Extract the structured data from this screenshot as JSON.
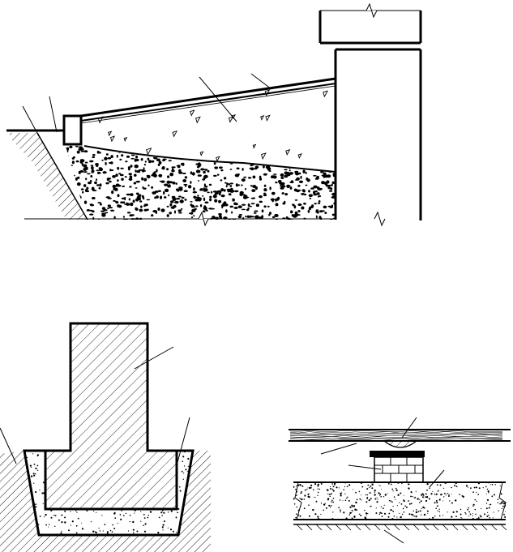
{
  "figure": {
    "panels": [
      {
        "id": "ramp-section",
        "labels": []
      },
      {
        "id": "footing-section",
        "labels": []
      },
      {
        "id": "pipe-support-detail",
        "labels": []
      }
    ]
  },
  "colors": {
    "background": "#ffffff",
    "line": "#000000"
  }
}
